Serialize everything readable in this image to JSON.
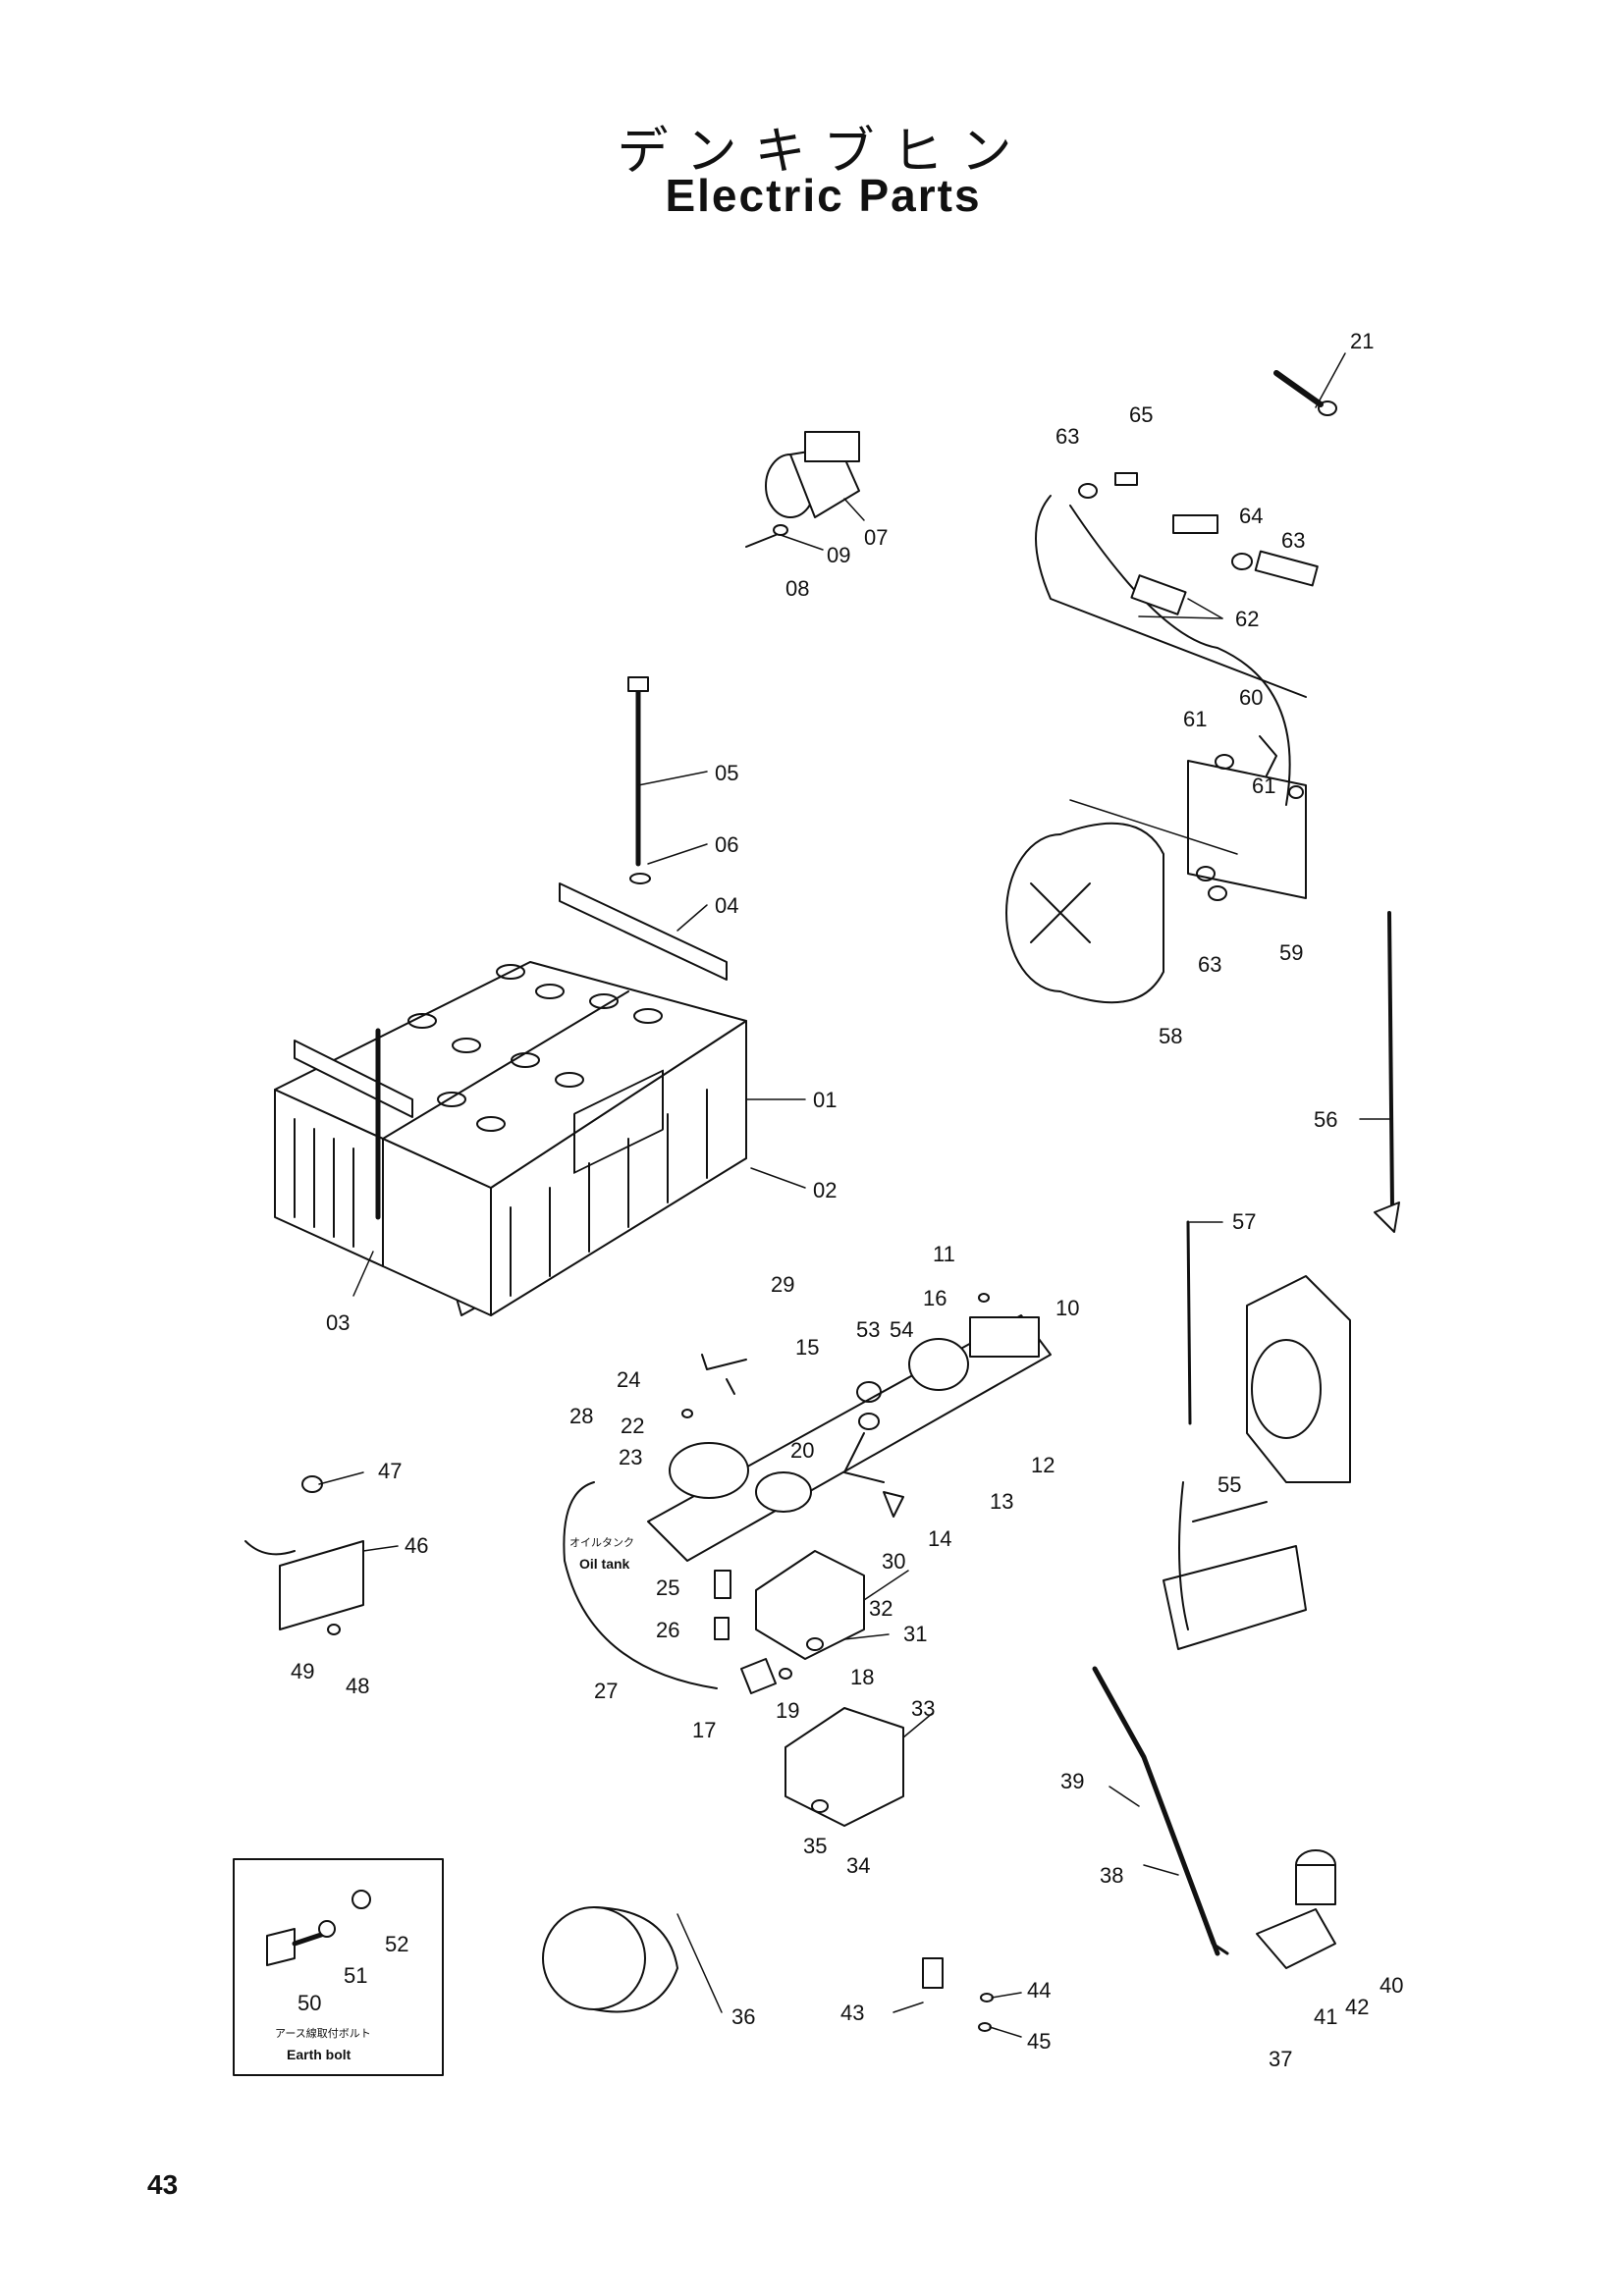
{
  "title": {
    "japanese": "デンキブヒン",
    "english": "Electric Parts"
  },
  "labels": [
    "01",
    "02",
    "03",
    "04",
    "05",
    "06",
    "07",
    "08",
    "09",
    "10",
    "11",
    "12",
    "13",
    "14",
    "15",
    "16",
    "17",
    "18",
    "19",
    "20",
    "21",
    "22",
    "23",
    "24",
    "25",
    "26",
    "27",
    "28",
    "29",
    "30",
    "31",
    "32",
    "33",
    "34",
    "35",
    "36",
    "37",
    "38",
    "39",
    "40",
    "41",
    "42",
    "43",
    "44",
    "45",
    "46",
    "47",
    "48",
    "49",
    "50",
    "51",
    "52",
    "53",
    "54",
    "55",
    "56",
    "57",
    "58",
    "59",
    "60",
    "61",
    "62",
    "63",
    "64",
    "65"
  ],
  "callouts": {
    "oil_tank_jp": "オイルタンク",
    "oil_tank_en": "Oil tank"
  },
  "earth_bolt": {
    "label_jp": "アース線取付ボルト",
    "label_en": "Earth bolt"
  },
  "page_number": "43"
}
